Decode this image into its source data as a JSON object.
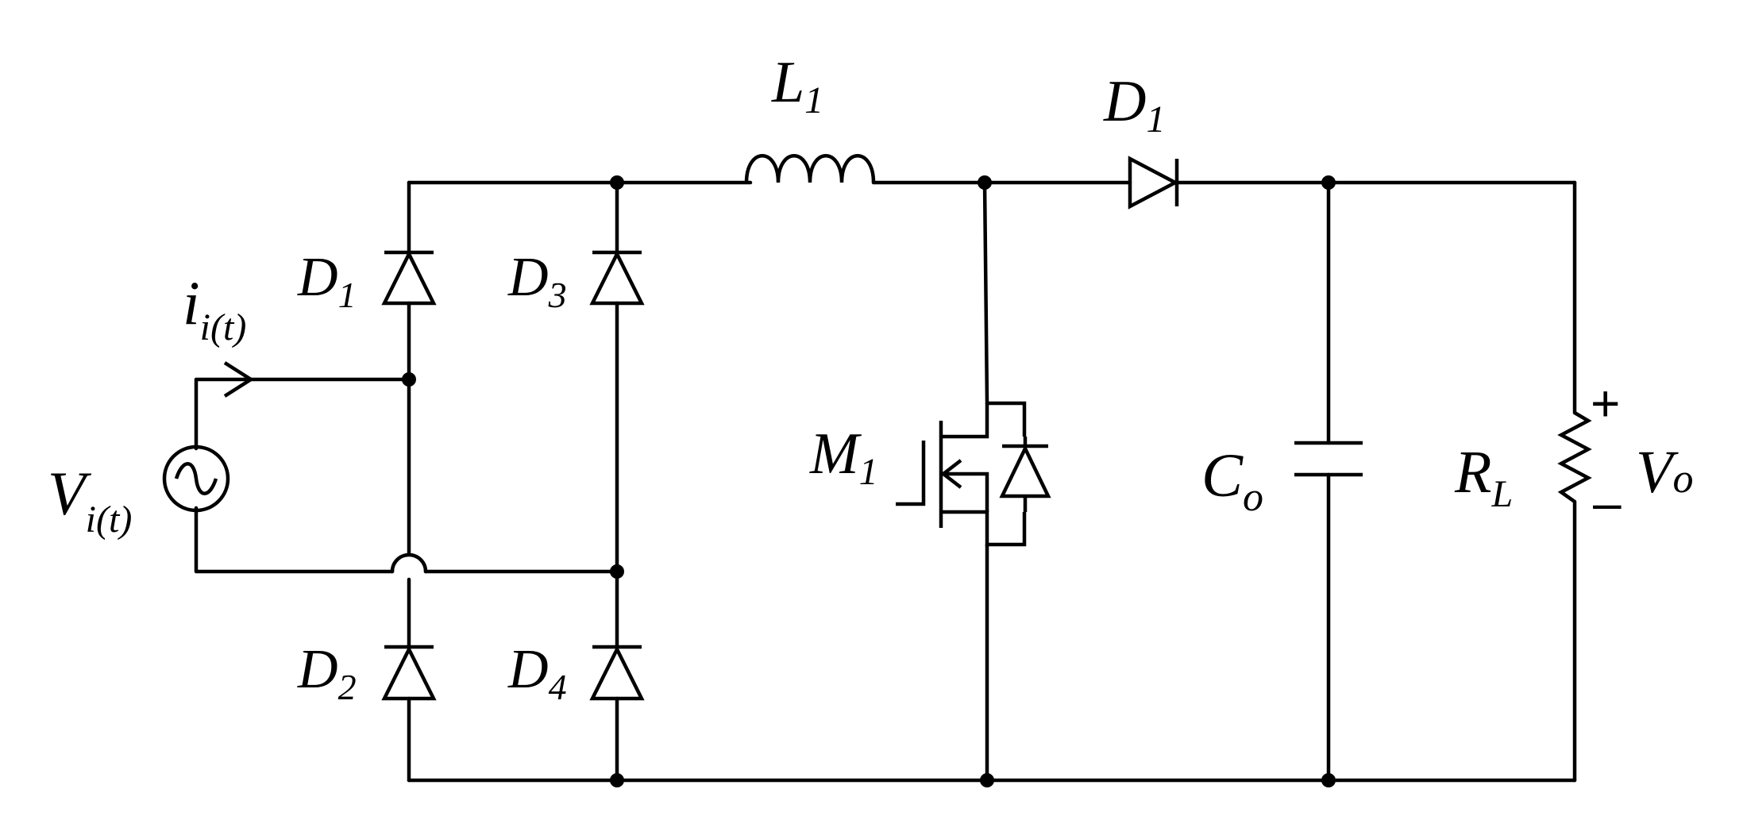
{
  "diagram": {
    "colors": {
      "line": "#000000",
      "background": "#ffffff"
    },
    "labels": {
      "source_voltage": {
        "main": "V",
        "sub": "i(t)"
      },
      "source_current": {
        "main": "i",
        "sub": "i(t)"
      },
      "bridge_d1": {
        "main": "D",
        "sub": "1"
      },
      "bridge_d2": {
        "main": "D",
        "sub": "2"
      },
      "bridge_d3": {
        "main": "D",
        "sub": "3"
      },
      "bridge_d4": {
        "main": "D",
        "sub": "4"
      },
      "inductor": {
        "main": "L",
        "sub": "1"
      },
      "boost_diode": {
        "main": "D",
        "sub": "1"
      },
      "mosfet": {
        "main": "M",
        "sub": "1"
      },
      "capacitor": {
        "main": "C",
        "sub": "o"
      },
      "load_resistor": {
        "main": "R",
        "sub": "L"
      },
      "output_voltage": {
        "main": "V",
        "sub": "o"
      },
      "output_plus": "+",
      "output_minus": "–"
    }
  }
}
